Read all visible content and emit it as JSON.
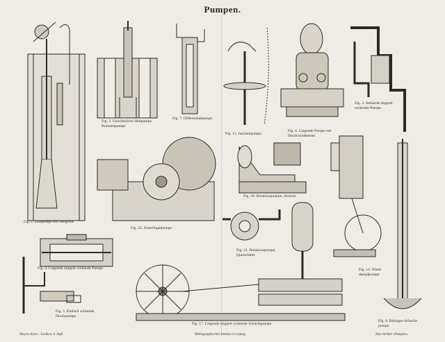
{
  "title": "Pumpen.",
  "captions": {
    "fig1": "Fig. 1. Hubpumpe mit Steigrohr.",
    "fig2": "Fig. 2. Gewöhnliche Hubpumpe.\nBrunnenpumpe.",
    "fig7": "Fig. 7. Differentialpumpe.",
    "fig11": "Fig. 11. Jauchenpumpe.",
    "fig6": "Fig. 6. Liegende Pumpe mit\nDruckwindkessel.",
    "fig3": "Fig. 3. Stehende doppelt\nwirkende Pumpe.",
    "fig20": "Fig. 20. Rotationspumpe, Ansicht.",
    "fig25": "Fig. 25. Zentrifugalpumpe.",
    "fig21": "Fig. 21. Rotationspumpe,\nQuerschnitt.",
    "fig14": "Fig. 14. Wand-\ndampfpumpe.",
    "fig4": "Fig. 4. Liegende doppelt wirkende Pumpe.",
    "fig5": "Fig. 5. Einfach wirkende\nDruckpumpe.",
    "fig17": "Fig. 17. Liegende doppelt wirkende Schachtpumpe.",
    "fig8": "Fig. 8. Rittinger-Schacht-\npumpe."
  },
  "footer": {
    "left": "Meyers Konv.- Lexikon, 6. Aufl.",
    "center": "Bibliographisches Institut in Leipzig.",
    "right": "Zum Artikel »Pumpen«."
  }
}
